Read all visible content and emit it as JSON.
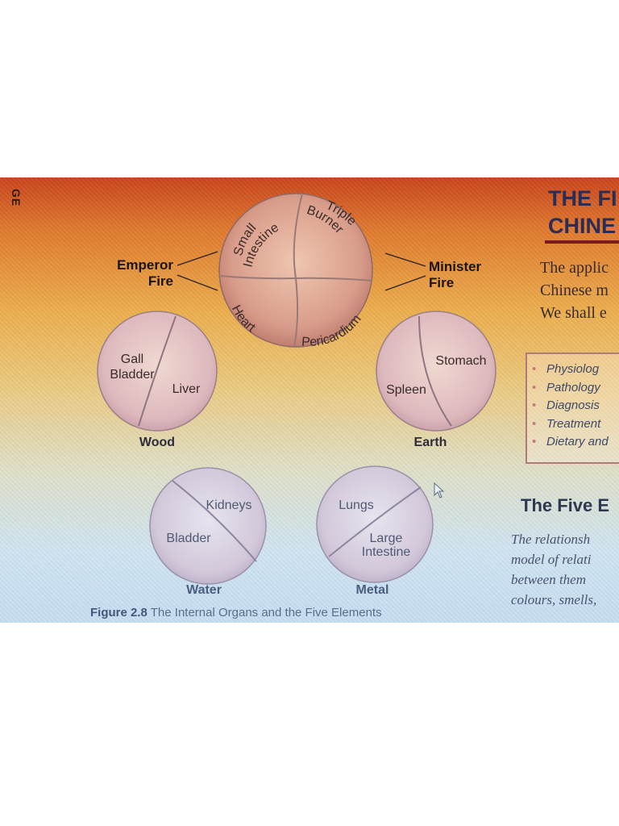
{
  "gutter_text": "GE",
  "fire_group": {
    "emperor_fire": [
      "Emperor",
      "Fire"
    ],
    "minister_fire": [
      "Minister",
      "Fire"
    ],
    "organs": {
      "small_intestine": [
        "Small",
        "Intestine"
      ],
      "triple_burner": [
        "Triple",
        "Burner"
      ],
      "heart": "Heart",
      "pericardium": "Pericardium"
    }
  },
  "elements": {
    "wood": {
      "label": "Wood",
      "organs": [
        "Gall",
        "Bladder",
        "Liver"
      ]
    },
    "earth": {
      "label": "Earth",
      "organs": [
        "Stomach",
        "Spleen"
      ]
    },
    "water": {
      "label": "Water",
      "organs": [
        "Kidneys",
        "Bladder"
      ]
    },
    "metal": {
      "label": "Metal",
      "organs": [
        "Lungs",
        "Large",
        "Intestine"
      ]
    }
  },
  "caption": {
    "number": "Figure 2.8",
    "text": "The Internal Organs and the Five Elements"
  },
  "right_page": {
    "heading": "THE FI\nCHINE",
    "intro": "The applic\nChinese m\nWe shall e",
    "list": [
      "Physiolog",
      "Pathology",
      "Diagnosis",
      "Treatment",
      "Dietary and"
    ],
    "section_title": "The Five E",
    "body": "The relationsh\nmodel of relati\nbetween them\ncolours, smells,"
  },
  "colors": {
    "fire_circle": "#c8a0a0",
    "other_circles": "#d6c0c8",
    "heading": "#2b2d55",
    "accent_rule": "#7a1c1c"
  }
}
